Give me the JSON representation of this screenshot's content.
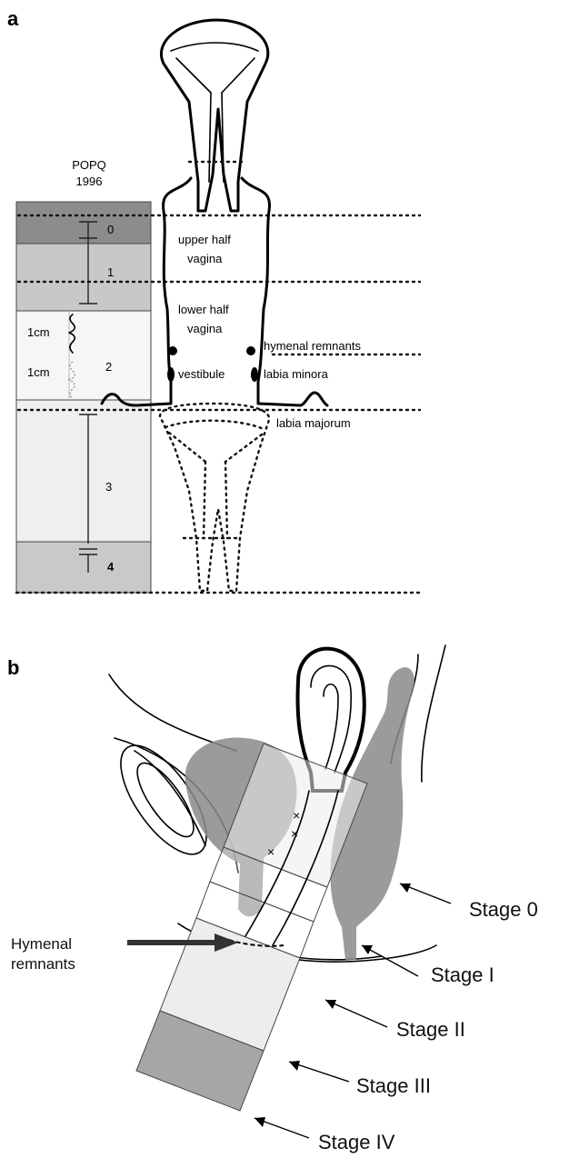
{
  "panel_a": {
    "letter": "a",
    "scale_header": {
      "line1": "POPQ",
      "line2": "1996"
    },
    "scale_rows": [
      {
        "label": "0",
        "fill": "#8c8c8c"
      },
      {
        "label": "1",
        "fill": "#c8c8c8"
      },
      {
        "label": "2",
        "fill": "#f6f6f6"
      },
      {
        "label": "3",
        "fill": "#efefef"
      },
      {
        "label": "4",
        "fill": "#c9c9c9"
      }
    ],
    "cm_labels": [
      "1cm",
      "1cm"
    ],
    "anatomy_labels": {
      "upper_half_1": "upper half",
      "upper_half_2": "vagina",
      "lower_half_1": "lower half",
      "lower_half_2": "vagina",
      "hymenal": "hymenal remnants",
      "vestibule": "vestibule",
      "labia_minora": "labia minora",
      "labia_majorum": "labia majorum"
    }
  },
  "panel_b": {
    "letter": "b",
    "hymenal_label_1": "Hymenal",
    "hymenal_label_2": "remnants",
    "stages": [
      "Stage 0",
      "Stage I",
      "Stage II",
      "Stage III",
      "Stage IV"
    ],
    "colors": {
      "organ_gray": "#8a8a8a",
      "band_dark": "#a6a6a6",
      "band_light": "#ededed"
    }
  }
}
